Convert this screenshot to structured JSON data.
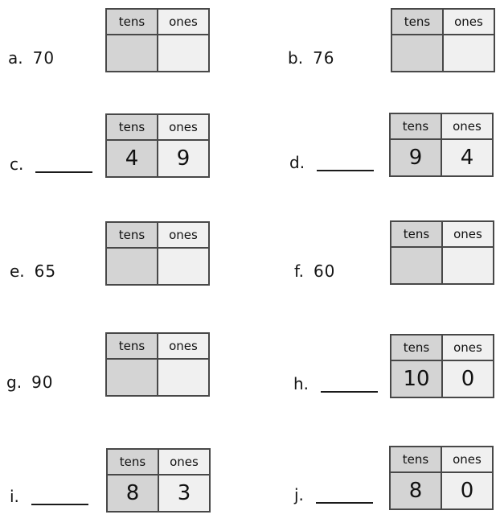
{
  "worksheet": {
    "header": {
      "tens": "tens",
      "ones": "ones"
    },
    "colors": {
      "tens_cell": "#d4d4d4",
      "ones_cell": "#f0f0f0",
      "table_border": "#484848",
      "text": "#111111",
      "background": "#ffffff"
    },
    "problems": [
      {
        "letter": "a.",
        "number": "70",
        "answer_blank": false,
        "tens": "",
        "ones": ""
      },
      {
        "letter": "b.",
        "number": "76",
        "answer_blank": false,
        "tens": "",
        "ones": ""
      },
      {
        "letter": "c.",
        "answer_blank": true,
        "tens": "4",
        "ones": "9"
      },
      {
        "letter": "d.",
        "answer_blank": true,
        "tens": "9",
        "ones": "4"
      },
      {
        "letter": "e.",
        "number": "65",
        "answer_blank": false,
        "tens": "",
        "ones": ""
      },
      {
        "letter": "f.",
        "number": "60",
        "answer_blank": false,
        "tens": "",
        "ones": ""
      },
      {
        "letter": "g.",
        "number": "90",
        "answer_blank": false,
        "tens": "",
        "ones": ""
      },
      {
        "letter": "h.",
        "answer_blank": true,
        "tens": "10",
        "ones": "0"
      },
      {
        "letter": "i.",
        "answer_blank": true,
        "tens": "8",
        "ones": "3"
      },
      {
        "letter": "j.",
        "answer_blank": true,
        "tens": "8",
        "ones": "0"
      }
    ]
  }
}
